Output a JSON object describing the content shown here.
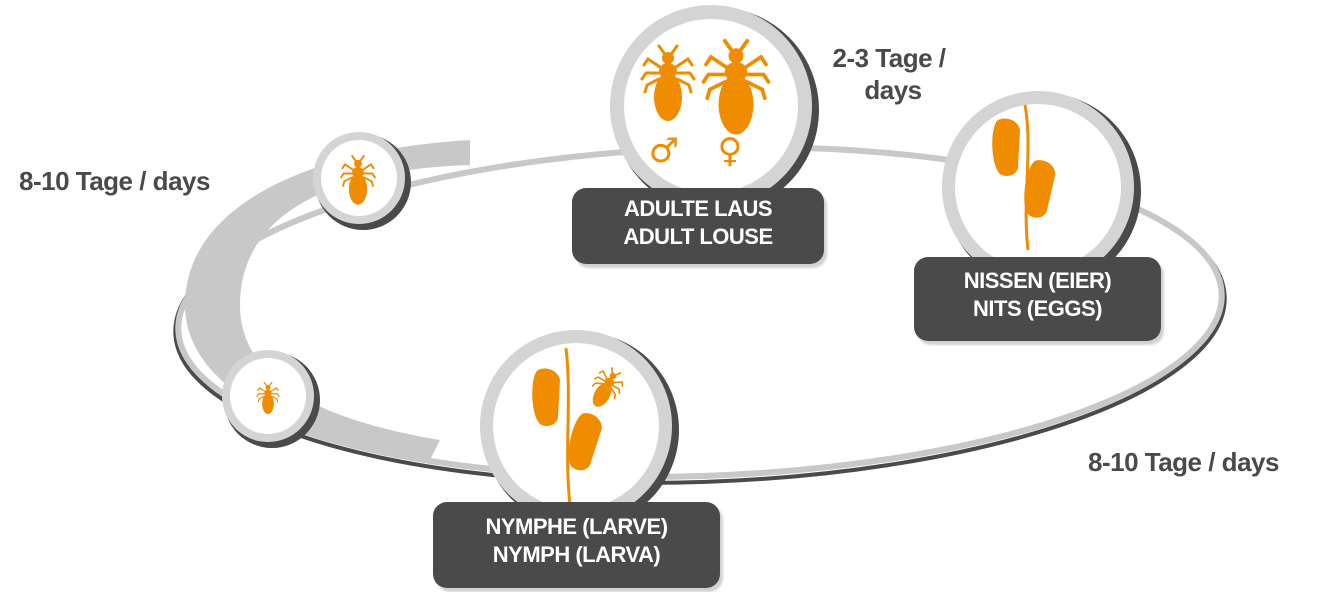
{
  "colors": {
    "accent": "#f08c00",
    "ring": "#c8c8c8",
    "ring_shadow": "#4a4a4a",
    "label_box": "#4a4a4a",
    "text": "#4a4a4a",
    "box_text": "#ffffff"
  },
  "stages": {
    "adult": {
      "line1": "ADULTE LAUS",
      "line2": "ADULT LOUSE",
      "male_symbol": "♂",
      "female_symbol": "♀"
    },
    "nits": {
      "line1": "NISSEN (EIER)",
      "line2": "NITS (EGGS)"
    },
    "nymph": {
      "line1": "NYMPHE (LARVE)",
      "line2": "NYMPH (LARVA)"
    }
  },
  "durations": {
    "adult_to_nits": "2-3 Tage / days",
    "adult_to_nits_line1": "2-3 Tage /",
    "adult_to_nits_line2": "days",
    "nits_to_nymph": "8-10 Tage / days",
    "nymph_to_adult": "8-10 Tage / days"
  },
  "icons": [
    "male-louse-icon",
    "female-louse-icon",
    "nit-egg-icon",
    "nymph-icon",
    "small-louse-icon",
    "tiny-louse-icon"
  ]
}
